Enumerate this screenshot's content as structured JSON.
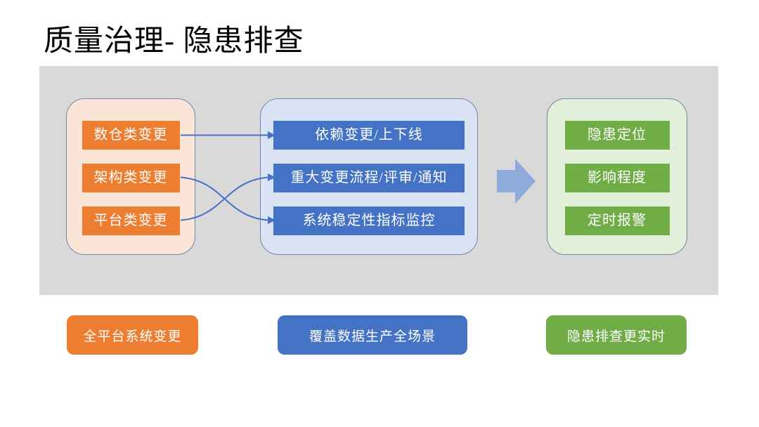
{
  "title": "质量治理- 隐患排查",
  "colors": {
    "orange": "#ED7D31",
    "blue": "#4472C4",
    "green": "#70AD47",
    "peach_fill": "#FBE5D6",
    "blue_fill": "#DAE3F3",
    "green_fill": "#E2F0D9",
    "panel_gray": "#D9D9D9",
    "block_arrow": "#8FAADC",
    "connector": "#4472C4",
    "container_border": "#7186AC",
    "title_color": "#000000",
    "button_text": "#FFFFFF"
  },
  "diagram": {
    "sources": {
      "items": [
        "数仓类变更",
        "架构类变更",
        "平台类变更"
      ],
      "footer": "全平台系统变更"
    },
    "coverage": {
      "items": [
        "依赖变更/上下线",
        "重大变更流程/评审/通知",
        "系统稳定性指标监控"
      ],
      "footer": "覆盖数据生产全场景"
    },
    "outcomes": {
      "items": [
        "隐患定位",
        "影响程度",
        "定时报警"
      ],
      "footer": "隐患排查更实时"
    },
    "connections": [
      {
        "from": "数仓类变更",
        "to": "依赖变更/上下线",
        "style": "straight-arrow"
      },
      {
        "from": "架构类变更",
        "to": "系统稳定性指标监控",
        "style": "curved-arrow"
      },
      {
        "from": "平台类变更",
        "to": "重大变更流程/评审/通知",
        "style": "curved-arrow"
      },
      {
        "from": "coverage-group",
        "to": "outcomes-group",
        "style": "block-arrow"
      }
    ]
  }
}
